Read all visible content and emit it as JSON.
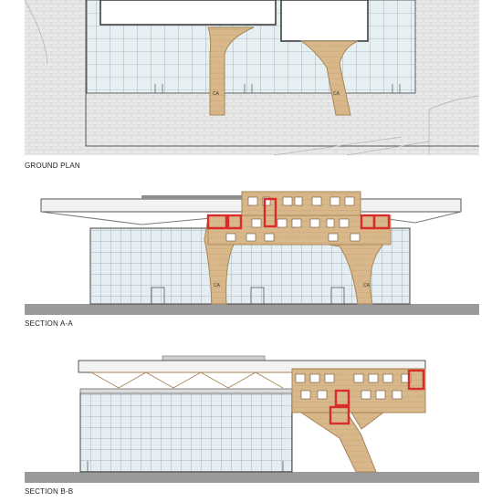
{
  "drawings": {
    "ground_plan": {
      "label": "GROUND PLAN",
      "column_tags": [
        "CA",
        "CA"
      ]
    },
    "section_aa": {
      "label": "SECTION A-A",
      "column_tags": [
        "CA",
        "CA"
      ]
    },
    "section_bb": {
      "label": "SECTION B-B"
    }
  },
  "colors": {
    "paving": "#e9e9e9",
    "paving_line": "#c9c9c9",
    "glass": "#e6f0f3",
    "mullion": "#7e8e96",
    "timber": "#d8b88a",
    "timber_dark": "#a78556",
    "red_frame": "#d92b2b",
    "ground": "#9a9a9a",
    "roof": "#8d8d8d",
    "outline": "#444444"
  }
}
